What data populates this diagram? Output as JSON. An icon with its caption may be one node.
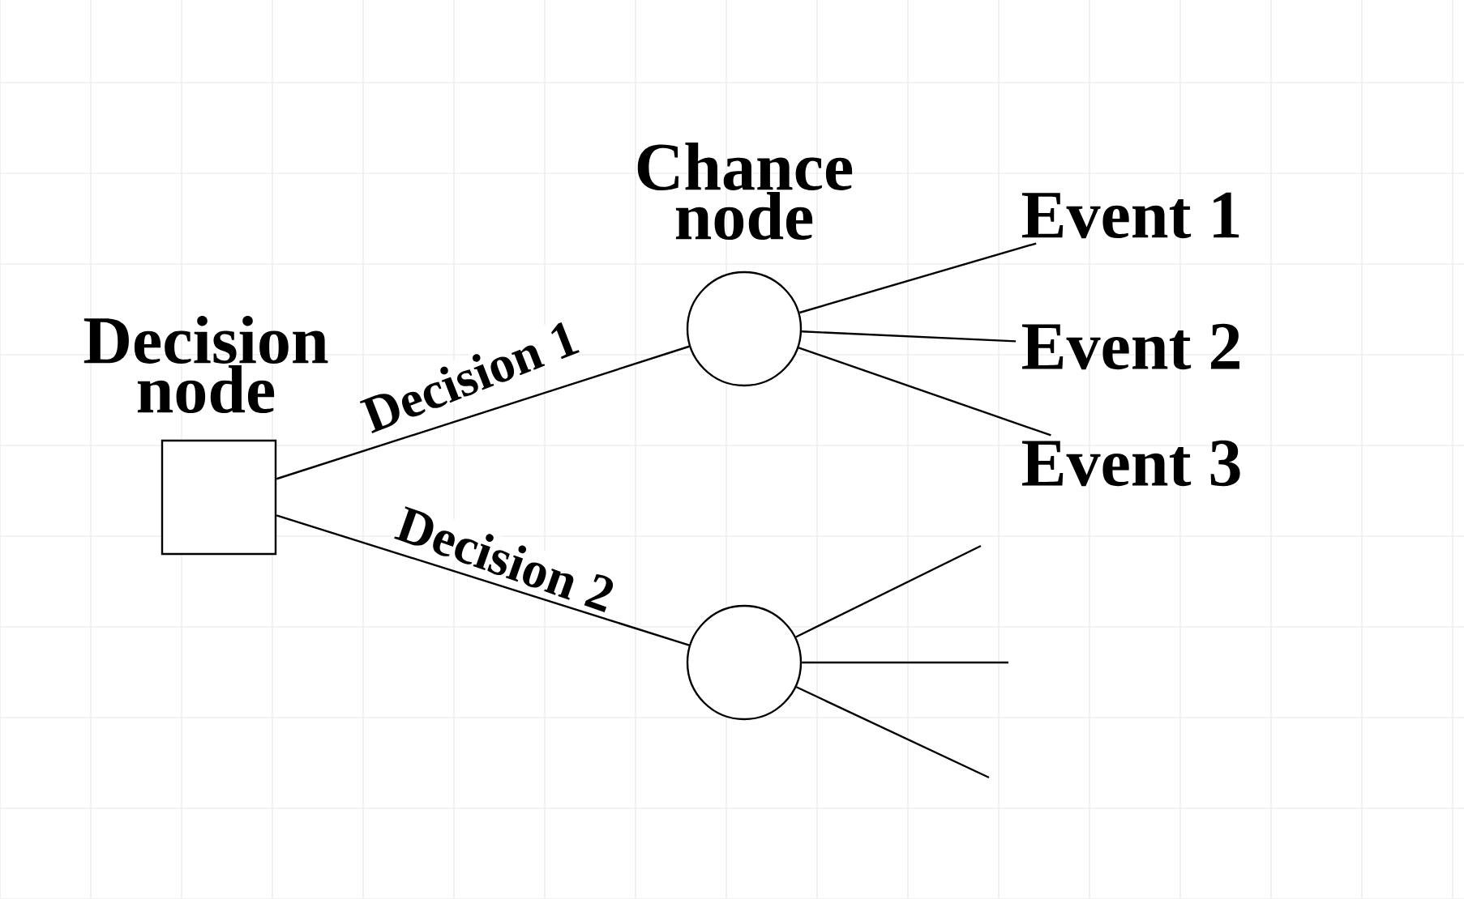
{
  "diagram": {
    "nodes": [
      {
        "text": [
          "Decision node"
        ]
      },
      {
        "text": [
          "Chance node"
        ]
      },
      {
        "text": [],
        "shape": "circle"
      },
      {
        "text": [
          "Event 1"
        ]
      },
      {
        "text": [
          "Event 2"
        ]
      },
      {
        "text": [
          "Event 3"
        ]
      }
    ],
    "edges": [
      {
        "from": 0,
        "to": 1,
        "arrow": "none",
        "label": "Decision 1"
      },
      {
        "from": 0,
        "to": 2,
        "arrow": "none",
        "label": "Decision 2"
      },
      {
        "from": 1,
        "to": 3,
        "arrow": "none"
      },
      {
        "from": 1,
        "to": 4,
        "arrow": "none"
      },
      {
        "from": 1,
        "to": 5,
        "arrow": "none"
      },
      {
        "from": 2,
        "to": null,
        "arrow": "none"
      },
      {
        "from": 2,
        "to": null,
        "arrow": "none"
      },
      {
        "from": 2,
        "to": null,
        "arrow": "none"
      }
    ]
  }
}
